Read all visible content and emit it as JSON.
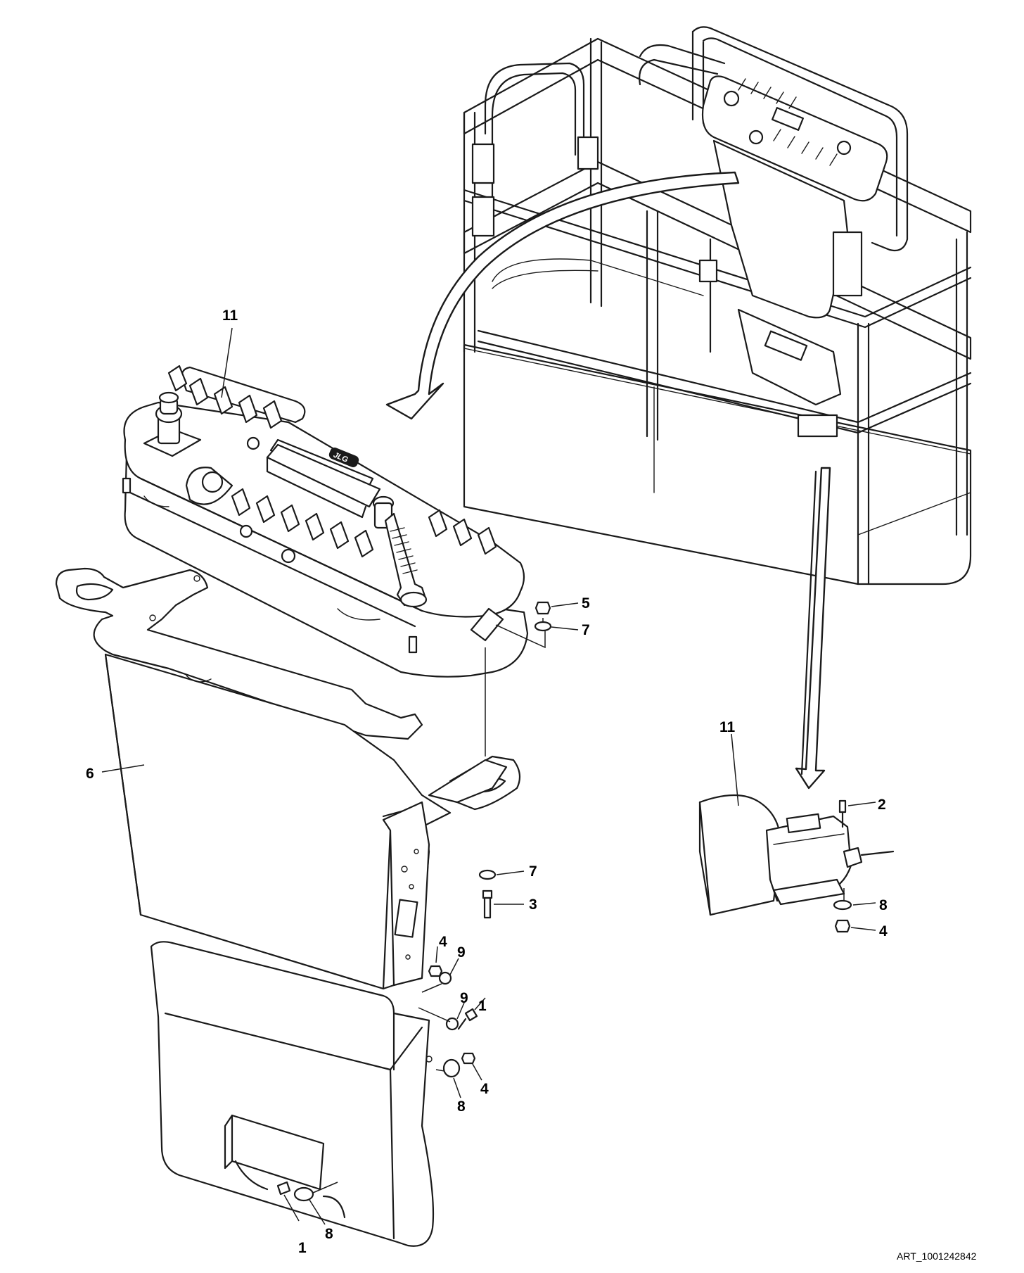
{
  "callouts": {
    "c11_console": "11",
    "c5": "5",
    "c7_top": "7",
    "c6": "6",
    "c11_footswitch": "11",
    "c2": "2",
    "c7_bottom": "7",
    "c3": "3",
    "c8_right": "8",
    "c4_right": "4",
    "c4_upper": "4",
    "c9_upper": "9",
    "c9_lower": "9",
    "c1_right": "1",
    "c4_lower": "4",
    "c8_mid": "8",
    "c8_bottom": "8",
    "c1_bottom": "1"
  },
  "art_reference": "ART_1001242842",
  "logo_text": "JLG",
  "colors": {
    "line": "#1a1a1a",
    "background": "#ffffff",
    "shade": "#d9d9d9"
  }
}
